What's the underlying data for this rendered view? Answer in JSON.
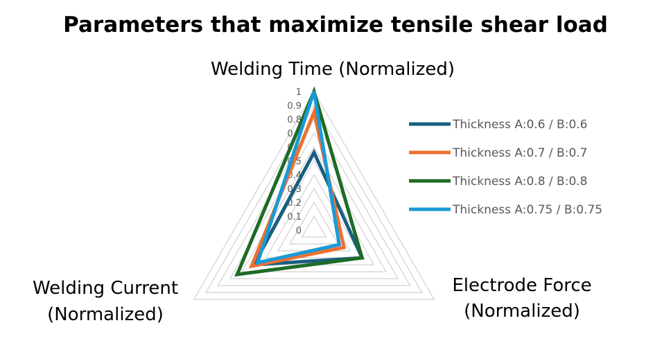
{
  "chart_data": {
    "type": "radar",
    "title": "Parameters that maximize tensile shear load",
    "axes": [
      {
        "label_lines": [
          "Welding Time (Normalized)"
        ]
      },
      {
        "label_lines": [
          "Electrode Force",
          "(Normalized)"
        ]
      },
      {
        "label_lines": [
          "Welding Current",
          "(Normalized)"
        ]
      }
    ],
    "rlim": [
      0,
      1
    ],
    "ticks": [
      "0",
      "0.1",
      "0.2",
      "0.3",
      "0.4",
      "0.5",
      "0.6",
      "0.7",
      "0.8",
      "0.9",
      "1"
    ],
    "grid": true,
    "legend_position": "right",
    "series": [
      {
        "name": "Thickness A:0.6 / B:0.6",
        "color": "#1a5e80",
        "values": [
          0.56,
          0.4,
          0.5
        ]
      },
      {
        "name": "Thickness A:0.7 / B:0.7",
        "color": "#ed7030",
        "values": [
          0.85,
          0.25,
          0.52
        ]
      },
      {
        "name": "Thickness A:0.8 / B:0.8",
        "color": "#1e6b25",
        "values": [
          1.0,
          0.4,
          0.64
        ]
      },
      {
        "name": "Thickness A:0.75 / B:0.75",
        "color": "#1a9ad6",
        "values": [
          1.0,
          0.21,
          0.47
        ]
      }
    ]
  }
}
